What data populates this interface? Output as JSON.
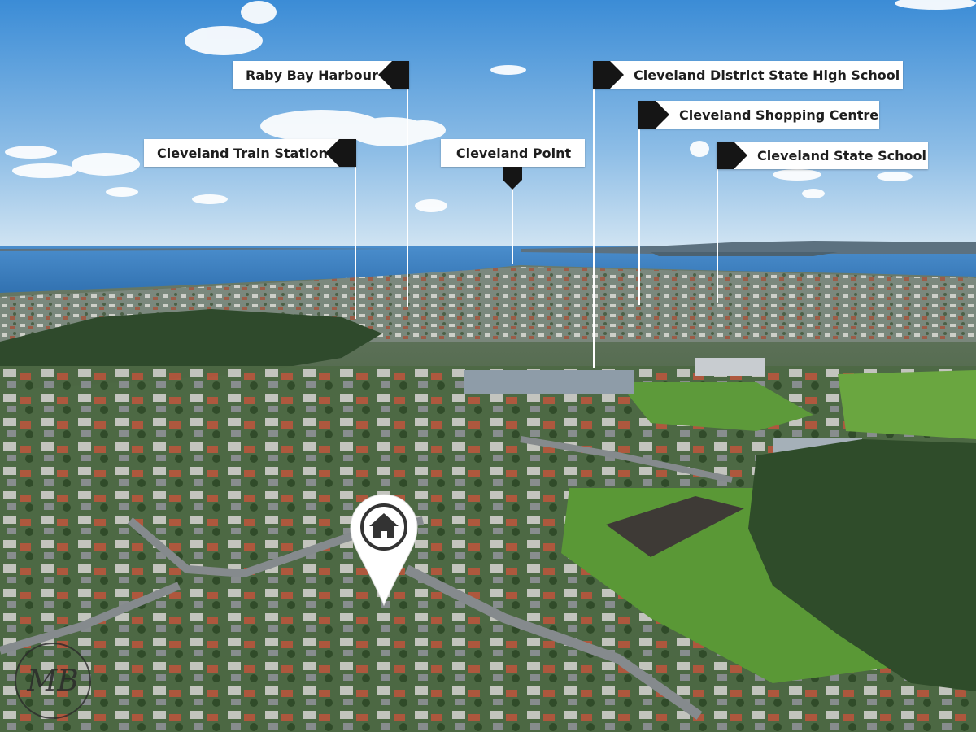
{
  "labels": {
    "raby_bay_harbour": "Raby Bay Harbour",
    "cleveland_train_station": "Cleveland Train Station",
    "cleveland_point": "Cleveland Point",
    "cleveland_district_high": "Cleveland District State High School",
    "cleveland_shopping_centre": "Cleveland Shopping Centre",
    "cleveland_state_school": "Cleveland State School"
  },
  "watermark": {
    "text": "MB"
  },
  "colors": {
    "sky_top": "#3f8fd8",
    "sky_horizon": "#cfe3f2",
    "water": "#3d83c6",
    "label_bg": "#ffffff",
    "label_text": "#1e1e1e",
    "arrow": "#151515"
  },
  "icons": {
    "property_pin": "home-location-pin-icon",
    "watermark": "mb-monogram-logo"
  }
}
